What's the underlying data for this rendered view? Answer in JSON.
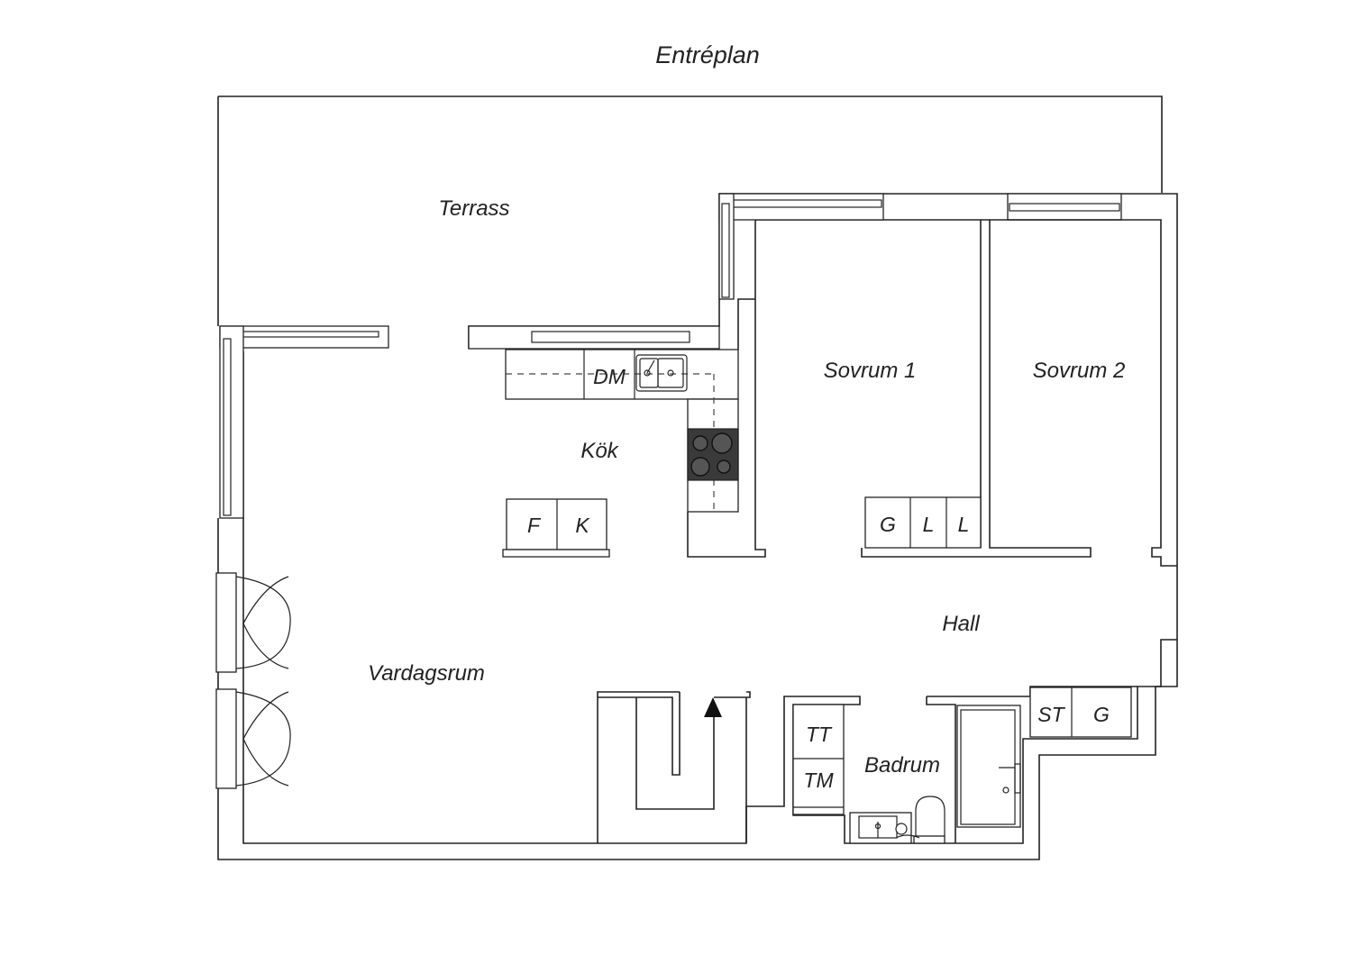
{
  "title": "Entréplan",
  "rooms": {
    "terrass": "Terrass",
    "kok": "Kök",
    "sovrum1": "Sovrum 1",
    "sovrum2": "Sovrum 2",
    "hall": "Hall",
    "vardagsrum": "Vardagsrum",
    "badrum": "Badrum"
  },
  "fixtures": {
    "dm": "DM",
    "f": "F",
    "k": "K",
    "g1": "G",
    "l1": "L",
    "l2": "L",
    "st": "ST",
    "g2": "G",
    "tt": "TT",
    "tm": "TM"
  },
  "colors": {
    "line": "#222222",
    "stove": "#3a3a3a",
    "background": "#ffffff"
  }
}
